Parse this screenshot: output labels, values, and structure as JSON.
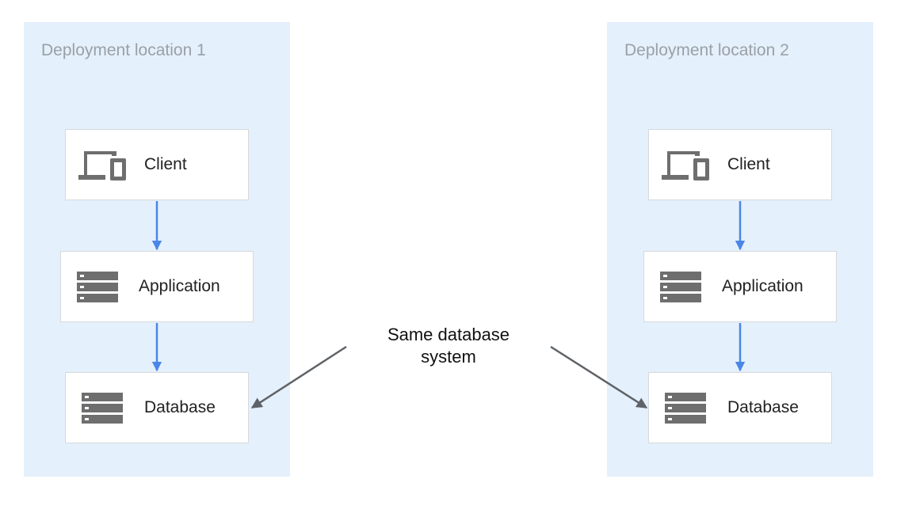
{
  "colors": {
    "region_background": "#e4f0fb",
    "node_background": "#ffffff",
    "node_border": "#d6d9dc",
    "icon": "#6e6e6e",
    "flow_arrow": "#4a86e8",
    "callout_arrow": "#5f6368",
    "region_title": "#9aa0a6",
    "text": "#212121"
  },
  "regions": [
    {
      "title": "Deployment location 1",
      "nodes": [
        {
          "label": "Client",
          "icon": "devices-icon"
        },
        {
          "label": "Application",
          "icon": "server-icon"
        },
        {
          "label": "Database",
          "icon": "server-icon"
        }
      ]
    },
    {
      "title": "Deployment location 2",
      "nodes": [
        {
          "label": "Client",
          "icon": "devices-icon"
        },
        {
          "label": "Application",
          "icon": "server-icon"
        },
        {
          "label": "Database",
          "icon": "server-icon"
        }
      ]
    }
  ],
  "callout": {
    "line1": "Same database",
    "line2": "system"
  }
}
